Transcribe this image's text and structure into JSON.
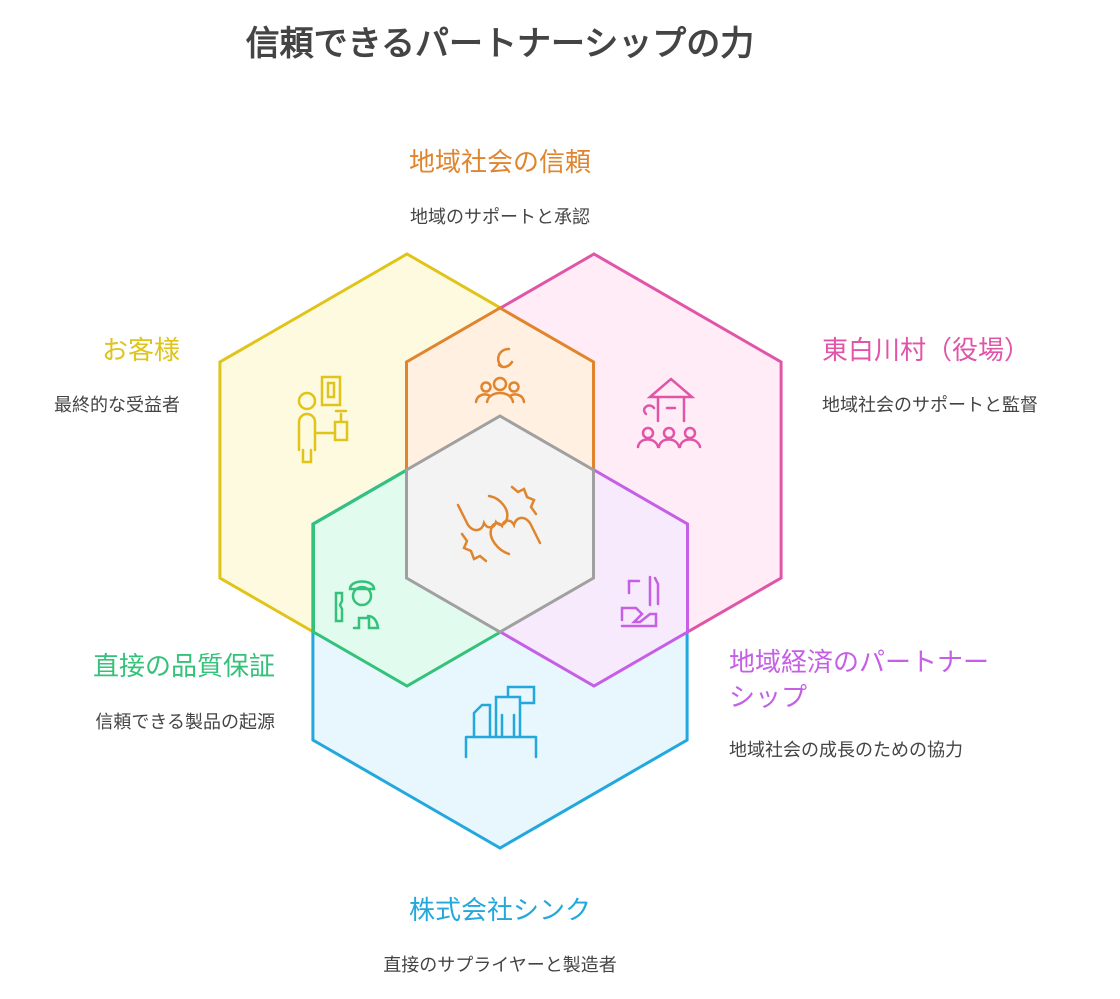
{
  "title": "信頼できるパートナーシップの力",
  "colors": {
    "yellow": "#e0c41a",
    "pink": "#e055a8",
    "blue": "#22a8dc",
    "orange": "#e0852e",
    "green": "#34c27a",
    "purple": "#c45fe6",
    "gray": "#a0a0a0"
  },
  "sections": {
    "community_trust": {
      "title": "地域社会の信頼",
      "desc": "地域のサポートと承認",
      "icon": "community-support-icon"
    },
    "customers": {
      "title": "お客様",
      "desc": "最終的な受益者",
      "icon": "customer-icon"
    },
    "village": {
      "title": "東白川村（役場）",
      "desc": "地域社会のサポートと監督",
      "icon": "village-office-icon"
    },
    "quality": {
      "title": "直接の品質保証",
      "desc": "信頼できる製品の起源",
      "icon": "farmer-icon"
    },
    "economy": {
      "title": "地域経済のパートナーシップ",
      "desc": "地域社会の成長のための協力",
      "icon": "handshake-icon"
    },
    "think": {
      "title": "株式会社シンク",
      "desc": "直接のサプライヤーと製造者",
      "icon": "factory-icon"
    },
    "center": {
      "icon": "fist-bump-icon"
    }
  }
}
